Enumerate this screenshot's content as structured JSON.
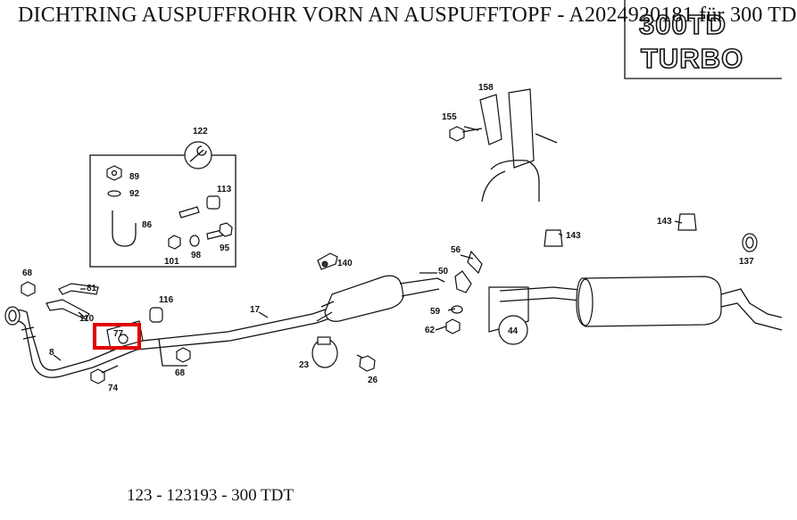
{
  "title": "DICHTRING AUSPUFFROHR VORN AN AUSPUFFTOPF - A2024920181 für 300 TD",
  "footer": "123 - 123193 - 300 TDT",
  "badge": {
    "line1": "300TD",
    "line2": "TURBO"
  },
  "highlight": {
    "part": "77",
    "color": "#e00000"
  },
  "parts": {
    "p8": "8",
    "p17": "17",
    "p23": "23",
    "p26": "26",
    "p44": "44",
    "p50": "50",
    "p56": "56",
    "p59": "59",
    "p62": "62",
    "p68a": "68",
    "p68b": "68",
    "p74": "74",
    "p77": "77",
    "p81": "81",
    "p86": "86",
    "p89": "89",
    "p92": "92",
    "p95": "95",
    "p98": "98",
    "p101": "101",
    "p110": "110",
    "p113": "113",
    "p116": "116",
    "p122": "122",
    "p137": "137",
    "p140": "140",
    "p143a": "143",
    "p143b": "143",
    "p155": "155",
    "p158": "158"
  }
}
